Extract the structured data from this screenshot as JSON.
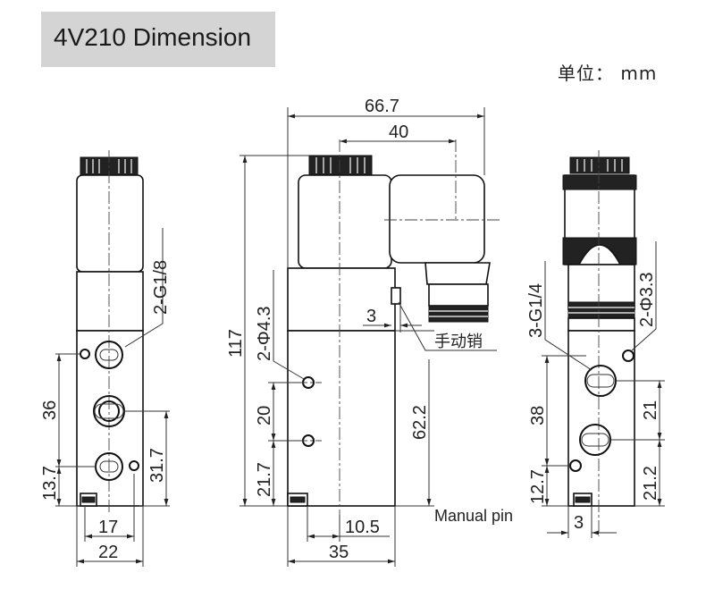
{
  "title": "4V210 Dimension",
  "unit_label": "单位： mm",
  "manual_pin_label": "Manual pin",
  "left_view": {
    "dims": {
      "thread": "2-G1/8",
      "port_spacing": "36",
      "bottom_offset": "13.7",
      "right_height": "31.7",
      "inner_width": "17",
      "outer_width": "22"
    }
  },
  "front_view": {
    "dims": {
      "total_width": "66.7",
      "coil_width": "40",
      "total_height": "117",
      "mount_holes": "2-Φ4.3",
      "hole_spacing": "20",
      "hole_bottom": "21.7",
      "pin_offset": "3",
      "body_height": "62.2",
      "pin_width": "10.5",
      "body_width": "35"
    },
    "manual_pin_cn": "手动销"
  },
  "right_view": {
    "dims": {
      "thread": "3-G1/4",
      "mount_holes": "2-Φ3.3",
      "port_spacing": "38",
      "upper_spacing": "21",
      "lower_spacing": "21.2",
      "bottom_offset": "12.7",
      "small_width": "3"
    }
  },
  "colors": {
    "title_background": "#d4d4d4",
    "line": "#111111",
    "text": "#222222"
  }
}
